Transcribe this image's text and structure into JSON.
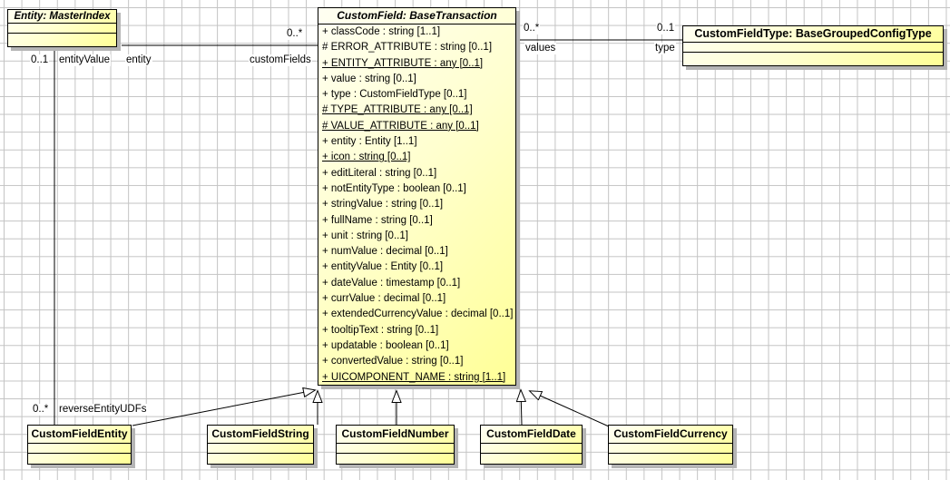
{
  "classes": {
    "entity": {
      "title": "Entity: MasterIndex"
    },
    "customField": {
      "title": "CustomField: BaseTransaction",
      "attributes": [
        {
          "text": "+ classCode : string [1..1]",
          "static": false
        },
        {
          "text": "# ERROR_ATTRIBUTE : string [0..1]",
          "static": false
        },
        {
          "text": "+ ENTITY_ATTRIBUTE : any [0..1]",
          "static": true
        },
        {
          "text": "+ value : string [0..1]",
          "static": false
        },
        {
          "text": "+ type : CustomFieldType [0..1]",
          "static": false
        },
        {
          "text": "# TYPE_ATTRIBUTE : any [0..1]",
          "static": true
        },
        {
          "text": "# VALUE_ATTRIBUTE : any [0..1]",
          "static": true
        },
        {
          "text": "+ entity : Entity [1..1]",
          "static": false
        },
        {
          "text": "+ icon : string [0..1]",
          "static": true
        },
        {
          "text": "+ editLiteral : string [0..1]",
          "static": false
        },
        {
          "text": "+ notEntityType : boolean [0..1]",
          "static": false
        },
        {
          "text": "+ stringValue : string [0..1]",
          "static": false
        },
        {
          "text": "+ fullName : string [0..1]",
          "static": false
        },
        {
          "text": "+ unit : string [0..1]",
          "static": false
        },
        {
          "text": "+ numValue : decimal [0..1]",
          "static": false
        },
        {
          "text": "+ entityValue : Entity [0..1]",
          "static": false
        },
        {
          "text": "+ dateValue : timestamp [0..1]",
          "static": false
        },
        {
          "text": "+ currValue : decimal [0..1]",
          "static": false
        },
        {
          "text": "+ extendedCurrencyValue : decimal [0..1]",
          "static": false
        },
        {
          "text": "+ tooltipText : string [0..1]",
          "static": false
        },
        {
          "text": "+ updatable : boolean [0..1]",
          "static": false
        },
        {
          "text": "+ convertedValue : string [0..1]",
          "static": false
        },
        {
          "text": "+ UICOMPONENT_NAME : string [1..1]",
          "static": true
        }
      ]
    },
    "customFieldType": {
      "title": "CustomFieldType: BaseGroupedConfigType"
    },
    "subclasses": [
      {
        "title": "CustomFieldEntity"
      },
      {
        "title": "CustomFieldString"
      },
      {
        "title": "CustomFieldNumber"
      },
      {
        "title": "CustomFieldDate"
      },
      {
        "title": "CustomFieldCurrency"
      }
    ]
  },
  "associations": [
    {
      "name": "entity-customField",
      "labels": {
        "mult_customField_end": "0..*",
        "role_entity_end": "entity",
        "role_customField_end": "customFields"
      }
    },
    {
      "name": "entity-customFieldEntity",
      "labels": {
        "mult_entity_end": "0..1",
        "role_entity_end": "entityValue",
        "mult_customFieldEntity_end": "0..*",
        "role_customFieldEntity_end": "reverseEntityUDFs"
      }
    },
    {
      "name": "customField-customFieldType",
      "labels": {
        "mult_customField_end": "0..*",
        "role_customField_end": "values",
        "mult_customFieldType_end": "0..1",
        "role_customFieldType_end": "type"
      }
    }
  ],
  "colors": {
    "box_fill_light": "#fffff2",
    "box_fill": "#ffff96",
    "box_border": "#000000",
    "box_shadow": "#b5b5b5",
    "grid_line": "#c3c3c3",
    "canvas_bg": "#ffffff"
  }
}
